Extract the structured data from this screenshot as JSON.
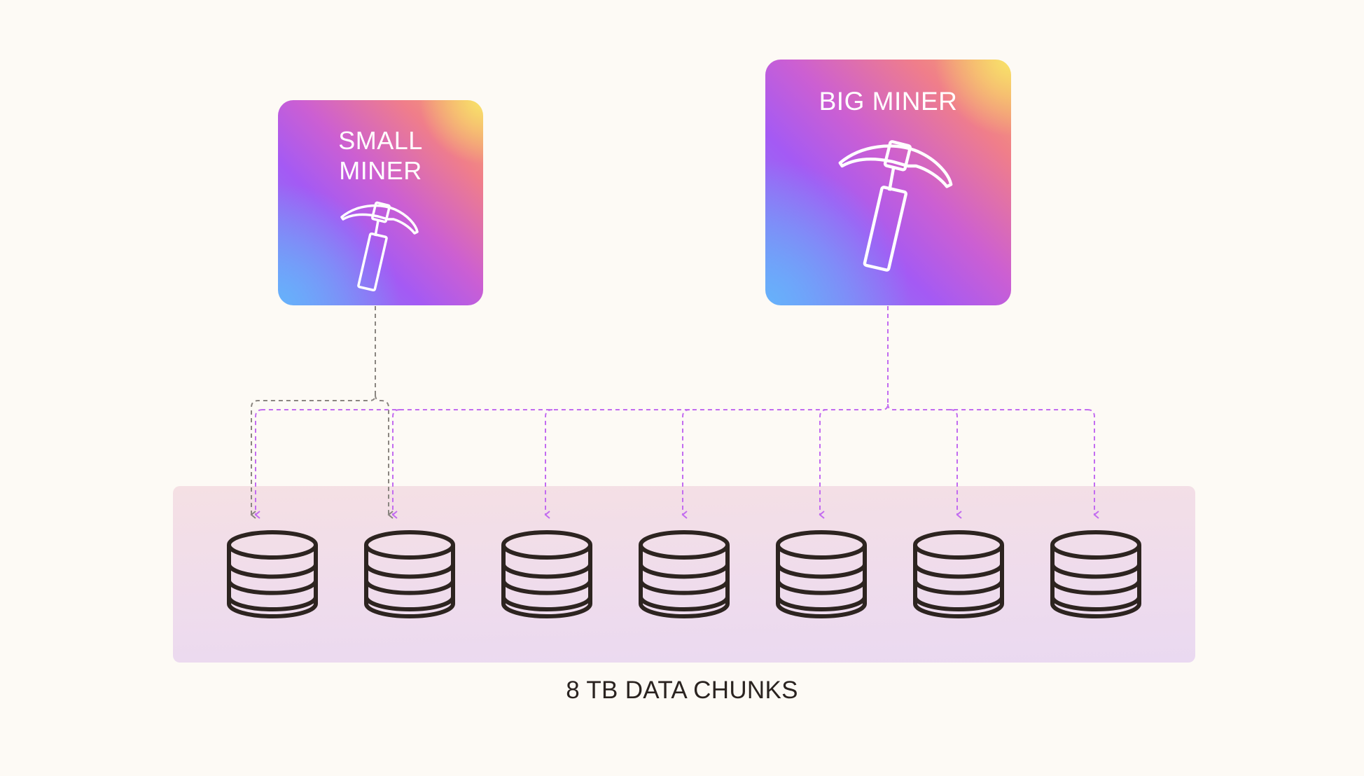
{
  "diagram": {
    "small_miner": {
      "label_lines": [
        "SMALL",
        "MINER"
      ],
      "icon": "pickaxe-icon"
    },
    "big_miner": {
      "label": "BIG MINER",
      "icon": "pickaxe-icon"
    },
    "data_chunks": {
      "count": 7,
      "icon": "database-icon",
      "caption": "8 TB DATA CHUNKS"
    },
    "connections": {
      "small_miner_targets": [
        1,
        2
      ],
      "big_miner_targets": [
        1,
        2,
        3,
        4,
        5,
        6,
        7
      ]
    },
    "colors": {
      "background": "#fdfaf5",
      "small_miner_link": "#8a8580",
      "big_miner_link": "#c26bf0",
      "database_stroke": "#2d2420",
      "gradient": [
        "#66b2fb",
        "#a45af4",
        "#f07e8a",
        "#f8e46a"
      ]
    }
  }
}
